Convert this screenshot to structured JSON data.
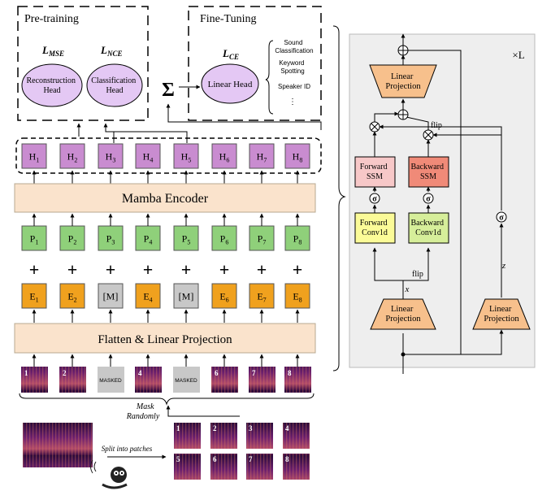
{
  "pretraining": {
    "title": "Pre-training",
    "loss_mse": "L",
    "loss_mse_sub": "MSE",
    "loss_nce": "L",
    "loss_nce_sub": "NCE",
    "recon_head": [
      "Reconstruction",
      "Head"
    ],
    "class_head": [
      "Classification",
      "Head"
    ]
  },
  "finetuning": {
    "title": "Fine-Tuning",
    "loss_ce": "L",
    "loss_ce_sub": "CE",
    "linear_head": "Linear Head",
    "tasks": [
      [
        "Sound",
        "Classification"
      ],
      [
        "Keyword",
        "Spotting"
      ],
      [
        "Speaker ID"
      ],
      [
        "⋮"
      ]
    ]
  },
  "sigma": "Σ",
  "hidden_tokens": [
    "H1",
    "H2",
    "H3",
    "H4",
    "H5",
    "H6",
    "H7",
    "H8"
  ],
  "mamba_encoder": "Mamba Encoder",
  "position_tokens": [
    "P1",
    "P2",
    "P3",
    "P4",
    "P5",
    "P6",
    "P7",
    "P8"
  ],
  "plus": "+",
  "embeddings": [
    "E1",
    "E2",
    "[M]",
    "E4",
    "[M]",
    "E6",
    "E7",
    "E8"
  ],
  "flatten": "Flatten & Linear Projection",
  "patch_labels": [
    "1",
    "2",
    "MASKED",
    "4",
    "MASKED",
    "6",
    "7",
    "8"
  ],
  "mask_text": [
    "Mask",
    "Randomly"
  ],
  "split_text": "Split into patches",
  "grid_labels": [
    "1",
    "2",
    "3",
    "4",
    "5",
    "6",
    "7",
    "8"
  ],
  "block": {
    "repeat": "×L",
    "linear_projection_top": [
      "Linear",
      "Projection"
    ],
    "flip_top": "flip",
    "forward_ssm": [
      "Forward",
      "SSM"
    ],
    "backward_ssm": [
      "Backward",
      "SSM"
    ],
    "sigma_symbol": "σ",
    "forward_conv": [
      "Forward",
      "Conv1d"
    ],
    "backward_conv": [
      "Backward",
      "Conv1d"
    ],
    "flip_bottom": "flip",
    "x_label": "x",
    "z_label": "z",
    "linear_projection_x": [
      "Linear",
      "Projection"
    ],
    "linear_projection_z": [
      "Linear",
      "Projection"
    ]
  },
  "colors": {
    "head_purple": "#e4c8f4",
    "token_purple": "#c98cd0",
    "token_green": "#8fd07a",
    "token_orange": "#f0a11e",
    "masked_grey": "#c8c8c8",
    "encoder_peach": "#fae3cc",
    "block_bg": "#eeeeee",
    "ssm_fwd": "#f7c8c8",
    "ssm_bwd": "#f08a78",
    "conv_fwd": "#fbfb98",
    "conv_bwd": "#d6ee9a",
    "proj_orange": "#f7c08c"
  }
}
